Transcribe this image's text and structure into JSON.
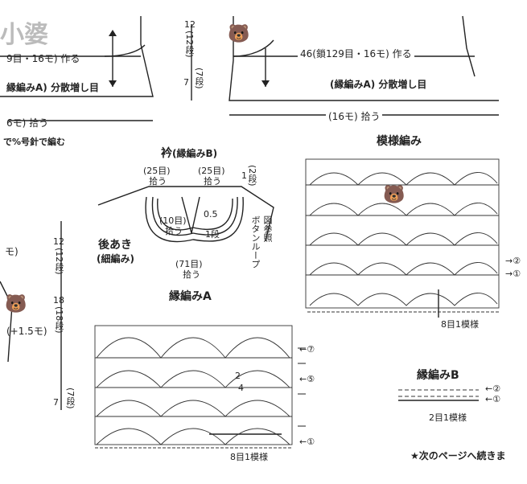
{
  "watermark": "小婆",
  "top_left": {
    "line1": "9目・16モ) 作る",
    "line2": "縁編みA) 分散増し目",
    "line3": "6モ) 拾う",
    "line4": "で%号針で編む"
  },
  "top_mid": {
    "val12": "12",
    "val12_rows": "(12段)",
    "val7": "7",
    "val7_rows": "(7段)"
  },
  "top_right": {
    "line1": "46(鎖129目・16モ) 作る",
    "line2": "(縁編みA) 分散増し目",
    "line3": "(16モ) 拾う"
  },
  "collar": {
    "title": "衿",
    "subtitle": "(縁編みB)",
    "left25": "(25目)",
    "left25_pick": "拾う",
    "right25": "(25目)",
    "right25_pick": "拾う",
    "row2": "(2段)",
    "one": "1",
    "ten": "(10目)",
    "ten_pick": "拾う",
    "half": "0.5",
    "one_row": "1段",
    "bottom71": "(71目)",
    "bottom71_pick": "拾う",
    "back_opening": "後あき",
    "back_opening_sub": "(細編み)",
    "button_loop": "ボタンループ",
    "see_diagram": "図参照"
  },
  "left_mid": {
    "mo": "モ)",
    "val12": "12",
    "val12_rows": "(12段)",
    "val18": "18",
    "val18_rows": "(18段)",
    "plus": "(+1.5モ)",
    "val7": "7",
    "val7_rows": "(7段)"
  },
  "pattern": {
    "title": "模様編み",
    "arrow2": "→②",
    "arrow1": "→①",
    "repeat": "8目1模様"
  },
  "edgingA": {
    "title": "縁編みA",
    "r7": "←⑦",
    "r5": "←⑤",
    "r1": "←①",
    "n2": "2",
    "n4": "4",
    "repeat": "8目1模様"
  },
  "edgingB": {
    "title": "縁編みB",
    "r2": "←②",
    "r1": "←①",
    "repeat": "2目1模様"
  },
  "next_page": "★次のページへ続きま"
}
